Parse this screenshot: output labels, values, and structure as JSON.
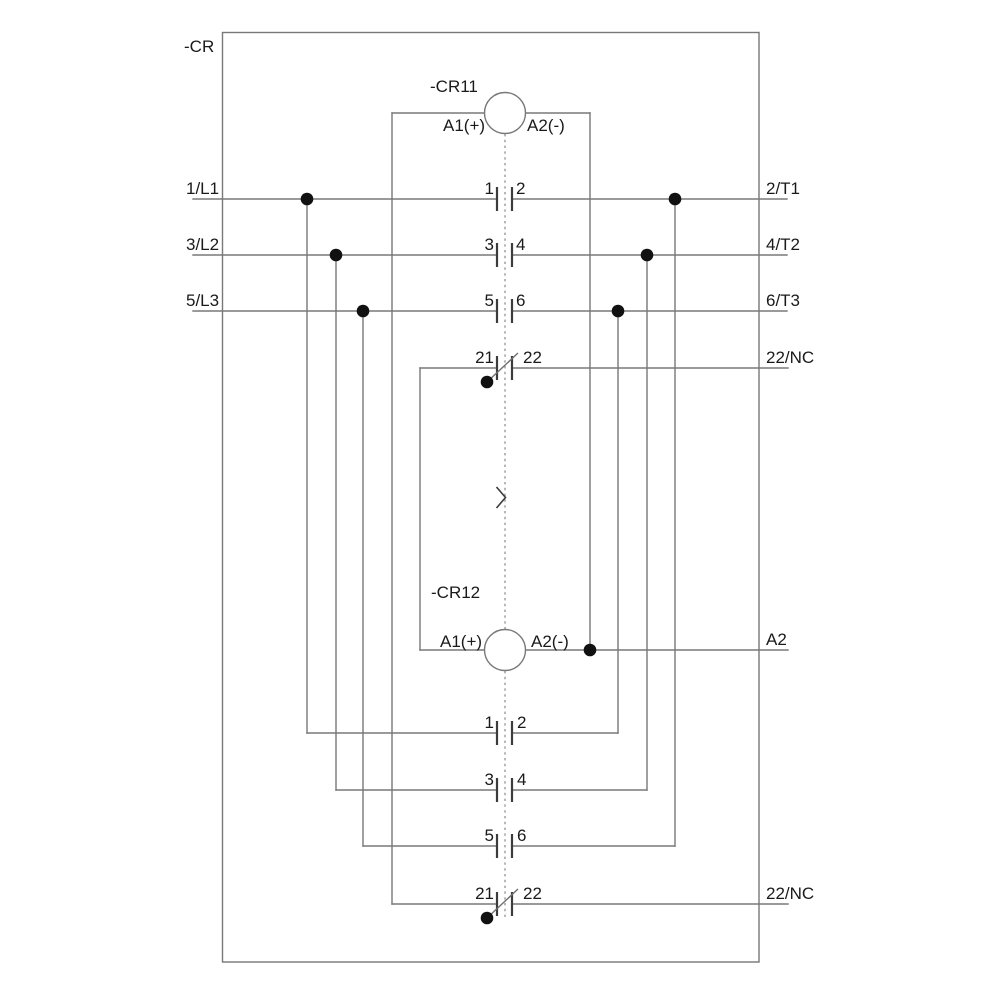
{
  "diagram": {
    "title": "-CR",
    "coil_top": {
      "name": "-CR11",
      "a1": "A1(+)",
      "a2": "A2(-)"
    },
    "coil_bottom": {
      "name": "-CR12",
      "a1": "A1(+)",
      "a2": "A2(-)"
    },
    "line_terminals": [
      "1/L1",
      "3/L2",
      "5/L3"
    ],
    "load_terminals": [
      "2/T1",
      "4/T2",
      "6/T3"
    ],
    "nc_terminal_top": "22/NC",
    "nc_terminal_bottom": "22/NC",
    "a2_terminal": "A2",
    "contacts_top": [
      {
        "l": "1",
        "r": "2"
      },
      {
        "l": "3",
        "r": "4"
      },
      {
        "l": "5",
        "r": "6"
      }
    ],
    "nc_contact_top": {
      "l": "21",
      "r": "22"
    },
    "contacts_bottom": [
      {
        "l": "1",
        "r": "2"
      },
      {
        "l": "3",
        "r": "4"
      },
      {
        "l": "5",
        "r": "6"
      }
    ],
    "nc_contact_bottom": {
      "l": "21",
      "r": "22"
    },
    "colors": {
      "wire": "#787878",
      "contact_bar": "#3c3c3c",
      "text": "#1a1a1a",
      "junction_dot": "#111111",
      "background": "#ffffff"
    }
  }
}
